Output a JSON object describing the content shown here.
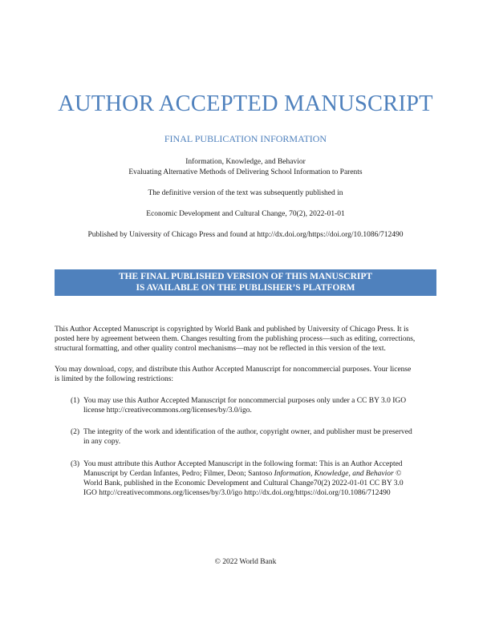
{
  "header": {
    "title": "AUTHOR ACCEPTED MANUSCRIPT",
    "section": "FINAL PUBLICATION INFORMATION"
  },
  "publication": {
    "line1": "Information, Knowledge, and Behavior",
    "line2": "Evaluating Alternative Methods of Delivering School Information to Parents",
    "definitive": "The definitive version of the text was subsequently published in",
    "journal": "Economic Development and Cultural Change, 70(2), 2022-01-01",
    "published_by": "Published by University of Chicago Press and found at  http://dx.doi.org/https://doi.org/10.1086/712490"
  },
  "banner": {
    "line1": "THE FINAL PUBLISHED VERSION OF THIS MANUSCRIPT",
    "line2": "IS AVAILABLE ON THE PUBLISHER’S PLATFORM"
  },
  "body": {
    "para1_line1": "This Author Accepted Manuscript is copyrighted by World Bank and published by University of Chicago Press. It is",
    "para1_line2": "posted here by agreement between them. Changes resulting from the publishing process—such as editing, corrections,",
    "para1_line3": "structural formatting, and other quality control mechanisms—may not be reflected in this version of the text.",
    "para2_line1": "You may download, copy, and distribute this Author Accepted Manuscript for noncommercial purposes. Your license",
    "para2_line2": "is limited by the following restrictions:"
  },
  "restrictions": [
    {
      "num": "(1)",
      "line1": "You may use this Author Accepted Manuscript for noncommercial purposes only under a CC BY 3.0 IGO",
      "line2": "license http://creativecommons.org/licenses/by/3.0/igo."
    },
    {
      "num": "(2)",
      "line1": "The integrity of the work and identification of the author, copyright owner, and publisher must be preserved",
      "line2": "in any copy."
    },
    {
      "num": "(3)",
      "line1": "You must attribute this Author Accepted Manuscript in the following format: This is an Author Accepted",
      "line2a": "Manuscript by Cerdan Infantes, Pedro; Filmer, Deon; Santoso ",
      "line2b": "Information, Knowledge, and Behavior",
      "line2c": " ©",
      "line3": "World Bank, published in the Economic Development and Cultural Change70(2) 2022-01-01 CC BY 3.0",
      "line4": "IGO http://creativecommons.org/licenses/by/3.0/igo http://dx.doi.org/https://doi.org/10.1086/712490"
    }
  ],
  "footer": {
    "copyright": "© 2022 World Bank"
  }
}
